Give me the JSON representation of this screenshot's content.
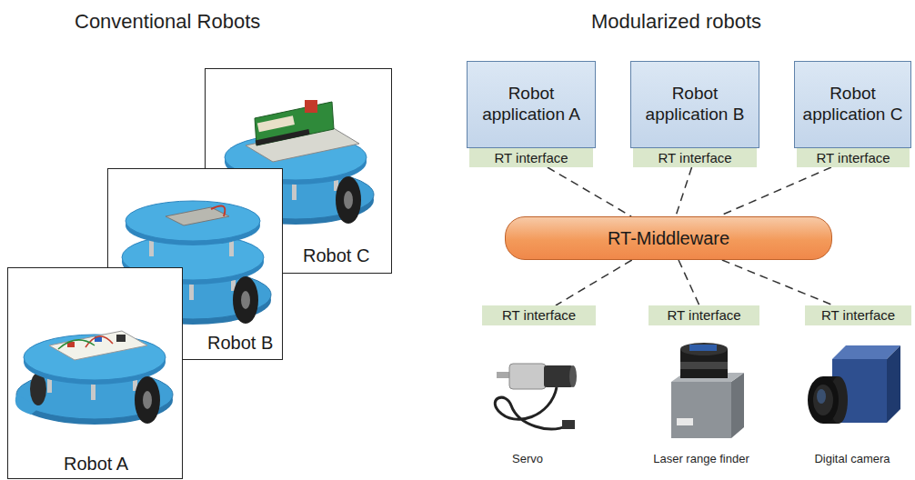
{
  "diagram": {
    "nodes": [
      {
        "text": [
          "Robot A"
        ]
      },
      {
        "text": [
          "Robot B"
        ]
      },
      {
        "text": [
          "Robot C"
        ]
      },
      {
        "text": [
          "Robot application A"
        ]
      },
      {
        "text": [
          "Robot application B"
        ]
      },
      {
        "text": [
          "Robot application C"
        ]
      },
      {
        "text": [
          "RT interface"
        ]
      },
      {
        "text": [
          "RT interface"
        ]
      },
      {
        "text": [
          "RT interface"
        ]
      },
      {
        "text": [
          "RT-Middleware"
        ]
      },
      {
        "text": [
          "RT interface"
        ]
      },
      {
        "text": [
          "RT interface"
        ]
      },
      {
        "text": [
          "RT interface"
        ]
      }
    ],
    "edges": [
      {
        "from": 6,
        "to": 9,
        "arrow": "none"
      },
      {
        "from": 7,
        "to": 9,
        "arrow": "none"
      },
      {
        "from": 8,
        "to": 9,
        "arrow": "none"
      },
      {
        "from": 9,
        "to": 10,
        "arrow": "none"
      },
      {
        "from": 9,
        "to": 11,
        "arrow": "none"
      },
      {
        "from": 9,
        "to": 12,
        "arrow": "none"
      }
    ],
    "labels": [
      "Conventional Robots",
      "Modularized robots",
      "Servo",
      "Laser range finder",
      "Digital camera"
    ]
  }
}
